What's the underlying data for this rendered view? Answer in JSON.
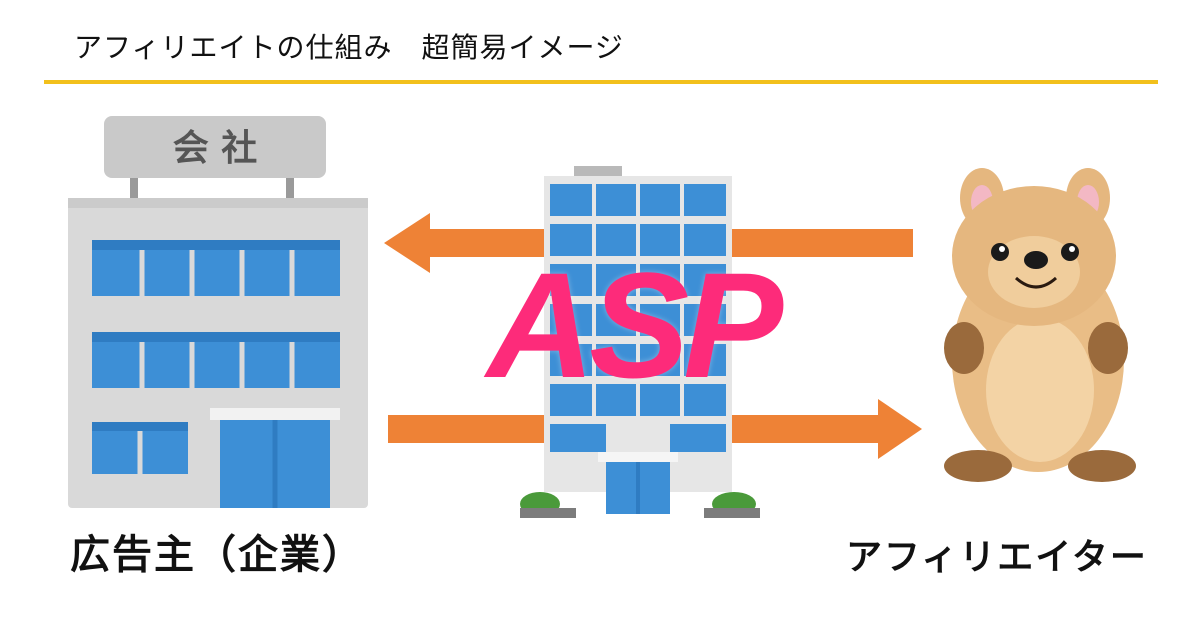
{
  "header": {
    "title": "アフィリエイトの仕組み　超簡易イメージ"
  },
  "diagram": {
    "advertiser": {
      "label": "広告主（企業）",
      "sign_text": "会 社"
    },
    "intermediary": {
      "label": "ASP"
    },
    "affiliate": {
      "label": "アフィリエイター"
    }
  },
  "colors": {
    "rule": "#f2c01c",
    "arrow": "#ee8236",
    "asp_text": "#fd2b7a",
    "window_blue": "#3d8fd6",
    "building_gray": "#d6d6d6",
    "plush": "#e5b77f"
  },
  "icons": {
    "advertiser": "office-building-icon",
    "asp": "skyscraper-icon",
    "affiliate": "plush-toy-icon"
  }
}
